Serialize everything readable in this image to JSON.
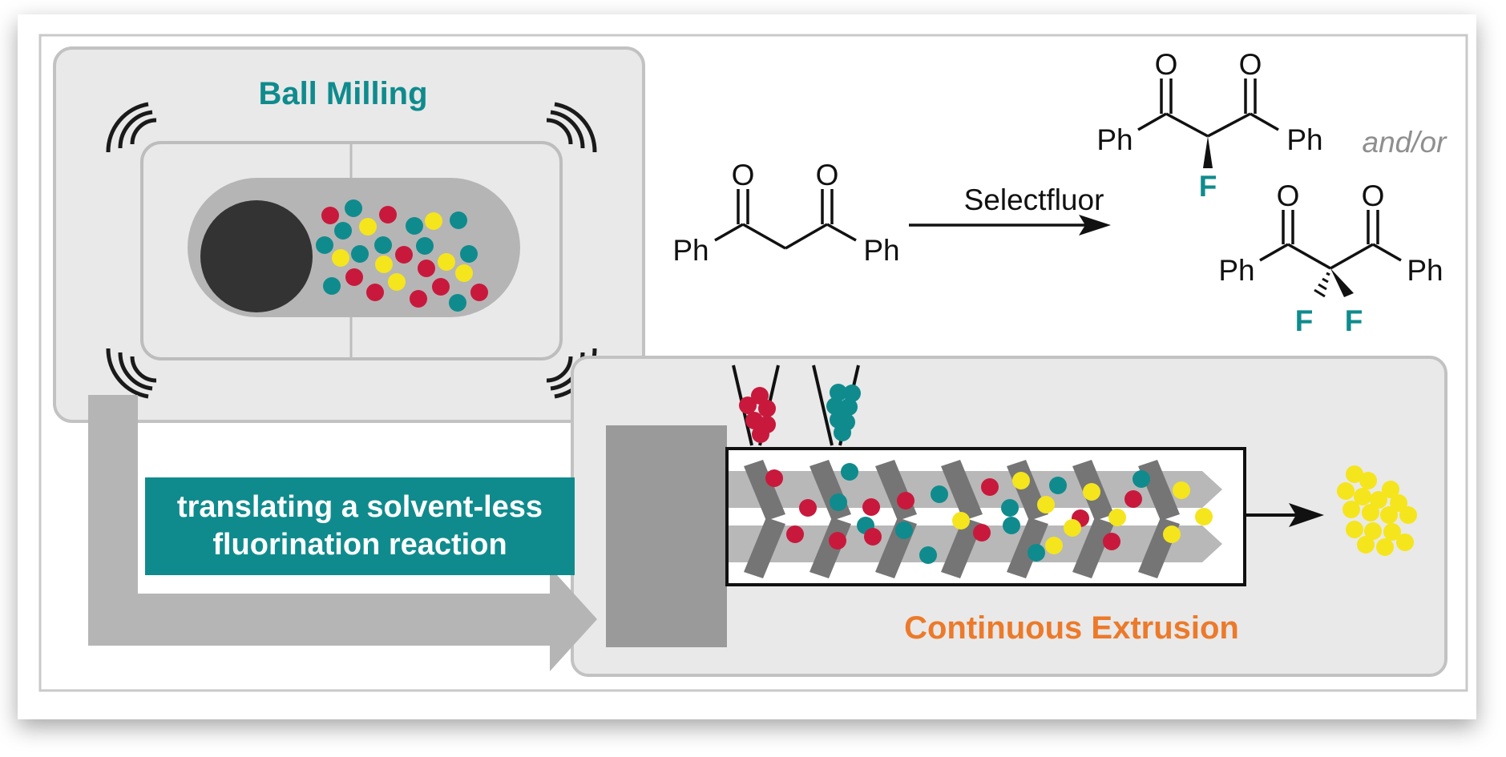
{
  "headings": {
    "ball_milling": "Ball Milling",
    "continuous_extrusion": "Continuous Extrusion"
  },
  "banner": {
    "line1": "translating a solvent-less",
    "line2": "fluorination reaction"
  },
  "reaction": {
    "reagent": "Selectfluor",
    "and_or": "and/or",
    "oxygen": "O",
    "phenyl": "Ph",
    "fluorine": "F"
  },
  "colors": {
    "teal": "#0f8b8d",
    "orange": "#ec7a2a",
    "red": "#c8193c",
    "yellow": "#f5e51c",
    "dark_ball": "#333333",
    "panel": "#e9e9e9",
    "screw": "#757575"
  }
}
